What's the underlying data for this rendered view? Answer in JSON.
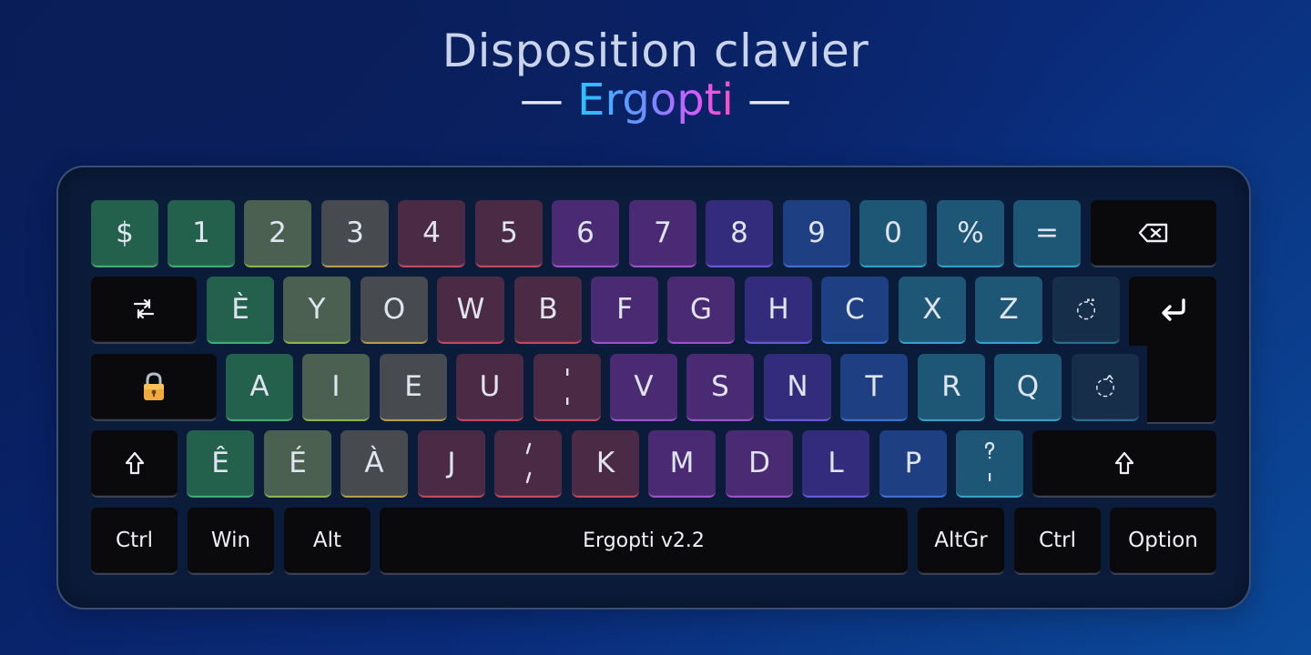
{
  "title": {
    "line1": "Disposition clavier",
    "dash_left": "— ",
    "brand": "Ergopti",
    "dash_right": " —"
  },
  "keyboard": {
    "row1": [
      "$",
      "1",
      "2",
      "3",
      "4",
      "5",
      "6",
      "7",
      "8",
      "9",
      "0",
      "%",
      "="
    ],
    "row2": [
      "È",
      "Y",
      "O",
      "W",
      "B",
      "F",
      "G",
      "H",
      "C",
      "X",
      "Z"
    ],
    "row3": [
      "A",
      "I",
      "E",
      "U",
      "V",
      "S",
      "N",
      "T",
      "R",
      "Q"
    ],
    "row4": [
      "Ê",
      "É",
      "À",
      "J",
      "K",
      "M",
      "D",
      "L",
      "P"
    ],
    "bottom": {
      "ctrl_left": "Ctrl",
      "win": "Win",
      "alt": "Alt",
      "space": "Ergopti v2.2",
      "altgr": "AltGr",
      "ctrl_right": "Ctrl",
      "option": "Option"
    },
    "icons": {
      "backspace": "backspace-icon",
      "tab": "tab-icon",
      "enter": "enter-icon",
      "caps": "lock-icon",
      "shift": "shift-icon"
    },
    "dead_keys": {
      "trema": "◌̈",
      "circumflex": "◌̂"
    }
  },
  "colors": {
    "brand_gradient": [
      "#27c4ff",
      "#d35cff",
      "#ff4fb8"
    ],
    "board_bg": "#0b1b3a",
    "mod_key_bg": "#0a0a0c"
  }
}
